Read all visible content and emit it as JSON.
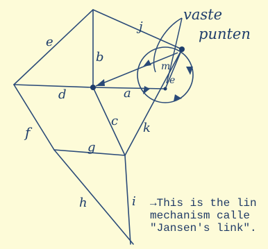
{
  "diagram": {
    "title": "vaste punten",
    "title_lines": [
      "vaste",
      "punten"
    ],
    "links": {
      "a": "a",
      "b": "b",
      "c": "c",
      "d": "d",
      "e": "e",
      "f": "f",
      "g": "g",
      "h": "h",
      "i": "i",
      "j": "j",
      "k": "k",
      "m": "m"
    },
    "caption_lines": [
      "→This is the lin",
      "mechanism calle",
      "\"Jansen's link\"."
    ],
    "colors": {
      "ink": "#1e3d6b",
      "background": "#fdfbd8"
    }
  }
}
